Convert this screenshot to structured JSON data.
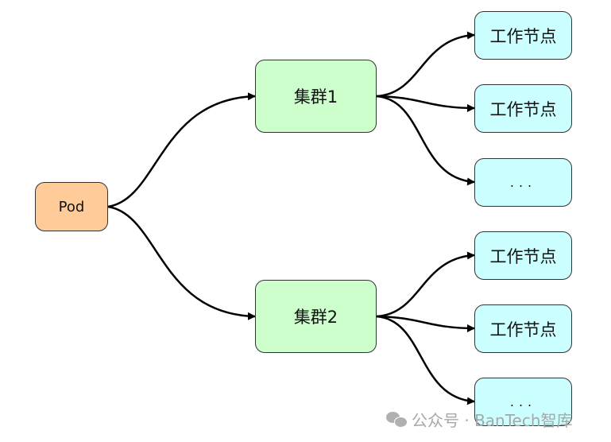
{
  "diagram": {
    "root": {
      "label": "Pod",
      "color": "#ffcc99"
    },
    "clusters": [
      {
        "label": "集群1",
        "color": "#ccffcc",
        "children": [
          "工作节点",
          "工作节点",
          "..."
        ]
      },
      {
        "label": "集群2",
        "color": "#ccffcc",
        "children": [
          "工作节点",
          "工作节点",
          "..."
        ]
      }
    ],
    "worker_color": "#ccffff",
    "edges": [
      {
        "from": "Pod",
        "to": "集群1"
      },
      {
        "from": "Pod",
        "to": "集群2"
      },
      {
        "from": "集群1",
        "to": "工作节点 (1)"
      },
      {
        "from": "集群1",
        "to": "工作节点 (2)"
      },
      {
        "from": "集群1",
        "to": "..."
      },
      {
        "from": "集群2",
        "to": "工作节点 (3)"
      },
      {
        "from": "集群2",
        "to": "工作节点 (4)"
      },
      {
        "from": "集群2",
        "to": "..."
      }
    ]
  },
  "watermark": {
    "text": "公众号 · BanTech智库",
    "icon": "wechat-icon"
  }
}
